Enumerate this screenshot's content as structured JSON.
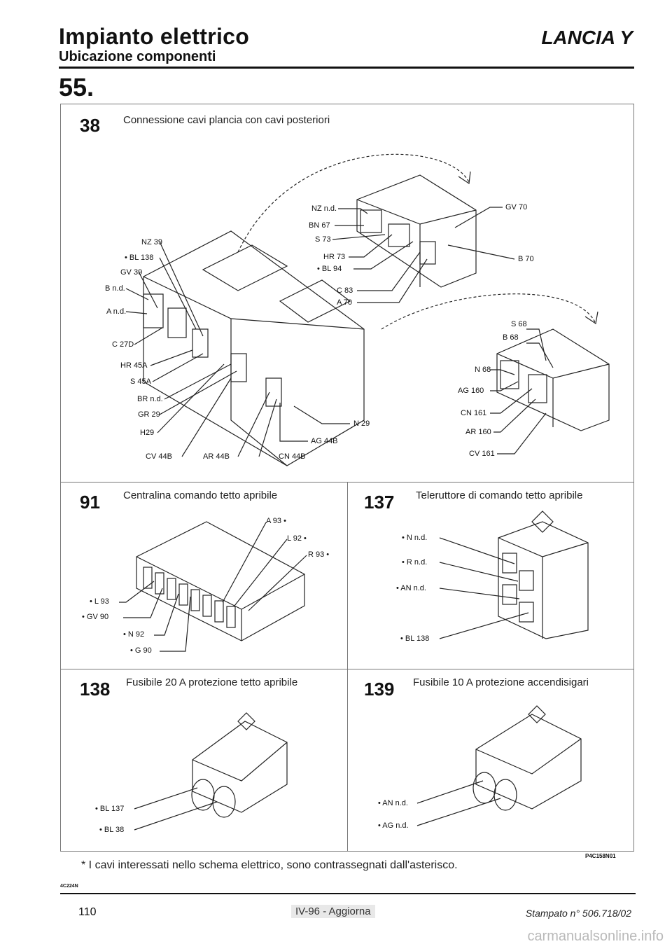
{
  "header": {
    "title": "Impianto elettrico",
    "subtitle": "Ubicazione componenti",
    "brand": "LANCIA Y",
    "section_number": "55."
  },
  "panels": {
    "p38": {
      "code": "38",
      "description": "Connessione cavi plancia con cavi posteriori",
      "labels_left": [
        "NZ 39",
        "• BL 138",
        "GV 39",
        "B n.d.",
        "A n.d.",
        "C 27D",
        "HR 45A",
        "S 45A",
        "BR n.d.",
        "GR 29",
        "H29",
        "CV 44B",
        "AR 44B",
        "CN 44B",
        "AG 44B",
        "N 29"
      ],
      "labels_right_top": [
        "NZ n.d.",
        "BN 67",
        "S 73",
        "HR 73",
        "• BL 94",
        "C 83",
        "A 70",
        "GV 70",
        "B 70"
      ],
      "labels_right_bottom": [
        "S 68",
        "B 68",
        "N 68",
        "AG 160",
        "CN 161",
        "AR 160",
        "CV 161"
      ]
    },
    "p91": {
      "code": "91",
      "description": "Centralina comando tetto apribile",
      "labels": [
        "A 93 •",
        "L 92 •",
        "R 93 •",
        "• L 93",
        "• GV 90",
        "• N 92",
        "• G 90"
      ]
    },
    "p137": {
      "code": "137",
      "description": "Teleruttore di comando tetto apribile",
      "labels": [
        "• N n.d.",
        "• R n.d.",
        "• AN n.d.",
        "• BL 138"
      ]
    },
    "p138": {
      "code": "138",
      "description": "Fusibile 20 A protezione tetto apribile",
      "labels": [
        "• BL 137",
        "• BL 38"
      ]
    },
    "p139": {
      "code": "139",
      "description": "Fusibile 10 A protezione accendisigari",
      "labels": [
        "• AN n.d.",
        "• AG n.d."
      ]
    }
  },
  "footer": {
    "note": "* I cavi interessati nello schema elettrico, sono contrassegnati dall'asterisco.",
    "figure_code": "P4C158N01",
    "small_code": "4C224N",
    "page_number": "110",
    "revision": "IV-96 - Aggiorna",
    "print_ref": "Stampato n° 506.718/02",
    "watermark": "carmanualsonline.info"
  }
}
